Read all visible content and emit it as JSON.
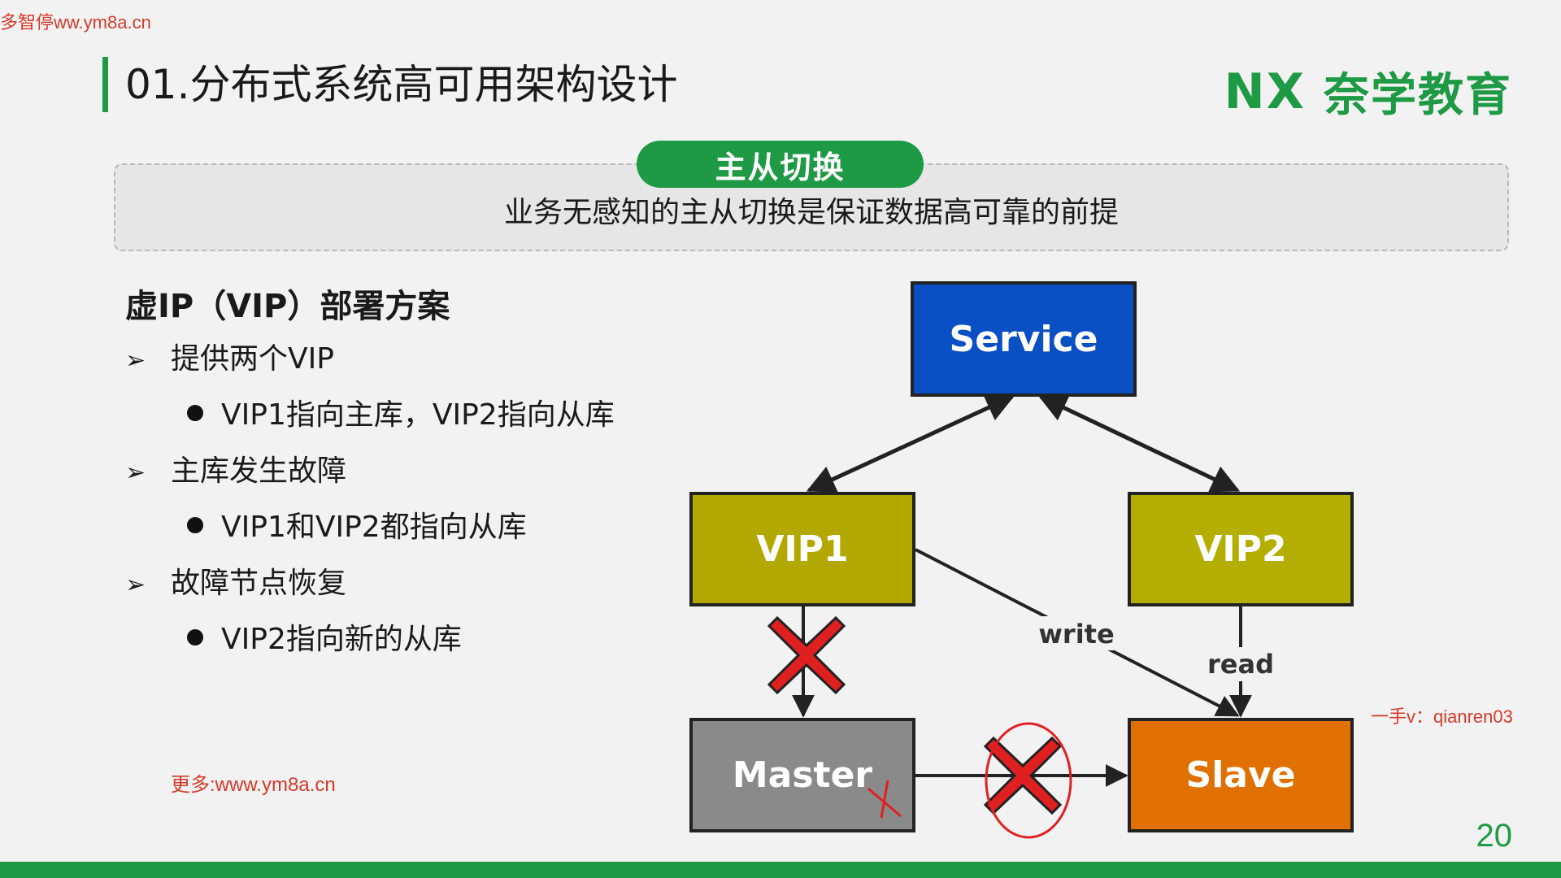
{
  "watermark_top": "多智停ww.ym8a.cn",
  "title": "01.分布式系统高可用架构设计",
  "logo": {
    "mark": "NX",
    "text": "奈学教育",
    "color": "#1e9a45"
  },
  "banner": {
    "pill": "主从切换",
    "text": "业务无感知的主从切换是保证数据高可靠的前提"
  },
  "section": {
    "heading": "虚IP（VIP）部署方案",
    "items": [
      {
        "text": "提供两个VIP",
        "sub": "VIP1指向主库，VIP2指向从库"
      },
      {
        "text": "主库发生故障",
        "sub": "VIP1和VIP2都指向从库"
      },
      {
        "text": "故障节点恢复",
        "sub": "VIP2指向新的从库"
      }
    ]
  },
  "diagram": {
    "nodes": {
      "service": {
        "label": "Service",
        "color": "#0a4fc4"
      },
      "vip1": {
        "label": "VIP1",
        "color": "#b3a800"
      },
      "vip2": {
        "label": "VIP2",
        "color": "#b3ae00"
      },
      "master": {
        "label": "Master",
        "color": "#8a8a8a"
      },
      "slave": {
        "label": "Slave",
        "color": "#e07000"
      }
    },
    "edges": {
      "write": "write",
      "read": "read"
    }
  },
  "watermark_bottom": "更多:www.ym8a.cn",
  "watermark_right": "一手v：qianren03",
  "page_number": "20"
}
